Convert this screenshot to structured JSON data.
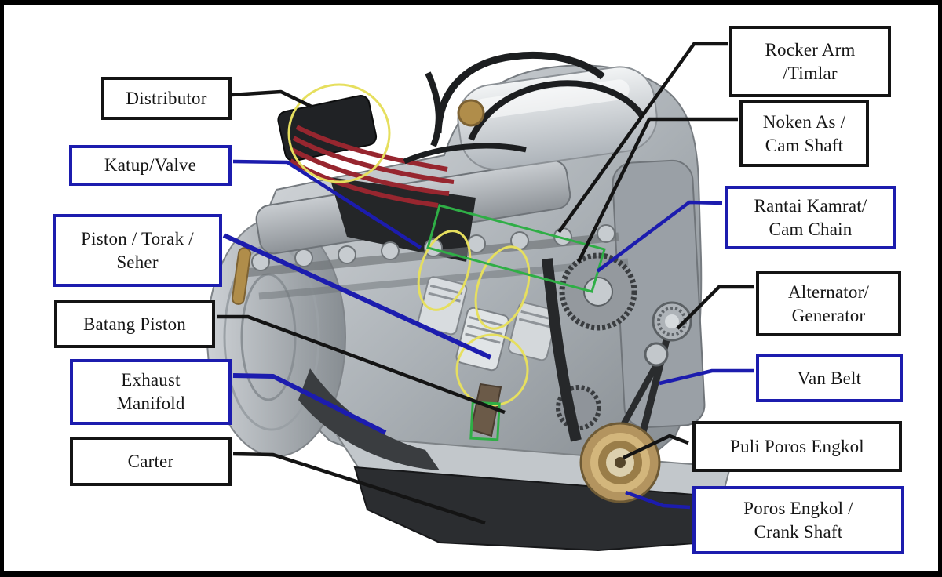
{
  "figure": {
    "title": "Engine cutaway diagram with Indonesian and English part labels",
    "background": "#ffffff"
  },
  "colors": {
    "accent-blue": "#1c1cae",
    "line-black": "#141414",
    "highlight-yellow": "#e6df5e",
    "highlight-green": "#2fae46",
    "frame-black": "#000000",
    "spark-wire-red": "#97262f",
    "brass": "#b08d4a"
  },
  "labels": [
    {
      "id": "distributor",
      "line1": "Distributor",
      "line2": "",
      "style": "black"
    },
    {
      "id": "katup-valve",
      "line1": "Katup/Valve",
      "line2": "",
      "style": "blue"
    },
    {
      "id": "piston-torak-seher",
      "line1": "Piston / Torak /",
      "line2": "Seher",
      "style": "blue"
    },
    {
      "id": "batang-piston",
      "line1": "Batang Piston",
      "line2": "",
      "style": "black"
    },
    {
      "id": "exhaust-manifold",
      "line1": "Exhaust",
      "line2": "Manifold",
      "style": "blue"
    },
    {
      "id": "carter",
      "line1": "Carter",
      "line2": "",
      "style": "black"
    },
    {
      "id": "rocker-arm-timlar",
      "line1": "Rocker Arm",
      "line2": "/Timlar",
      "style": "black"
    },
    {
      "id": "noken-as-cam-shaft",
      "line1": "Noken As /",
      "line2": "Cam Shaft",
      "style": "black"
    },
    {
      "id": "rantai-kamrat-cam-chain",
      "line1": "Rantai Kamrat/",
      "line2": "Cam Chain",
      "style": "blue"
    },
    {
      "id": "alternator-generator",
      "line1": "Alternator/",
      "line2": "Generator",
      "style": "black"
    },
    {
      "id": "van-belt",
      "line1": "Van Belt",
      "line2": "",
      "style": "blue"
    },
    {
      "id": "puli-poros-engkol",
      "line1": "Puli Poros Engkol",
      "line2": "",
      "style": "black"
    },
    {
      "id": "poros-engkol-crank-shaft",
      "line1": "Poros Engkol /",
      "line2": "Crank Shaft",
      "style": "blue"
    }
  ]
}
